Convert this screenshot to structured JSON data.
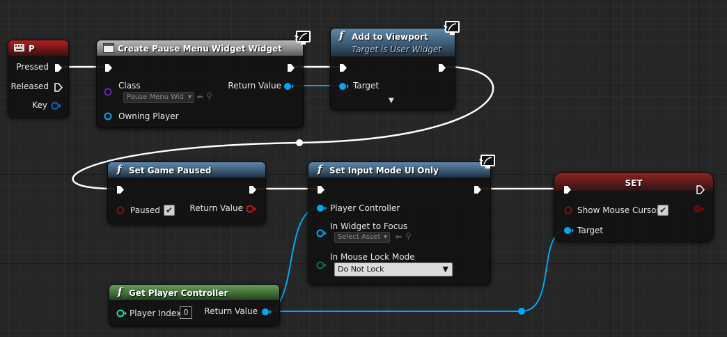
{
  "nodes": {
    "p_key": {
      "title": "P",
      "pins": {
        "pressed": "Pressed",
        "released": "Released",
        "key": "Key"
      }
    },
    "create_widget": {
      "title": "Create Pause Menu Widget Widget",
      "pins": {
        "class": "Class",
        "class_value": "Pause Menu Wid",
        "owning_player": "Owning Player",
        "return_value": "Return Value"
      }
    },
    "add_to_viewport": {
      "title": "Add to Viewport",
      "subtitle": "Target is User Widget",
      "pins": {
        "target": "Target"
      }
    },
    "set_game_paused": {
      "title": "Set Game Paused",
      "pins": {
        "paused": "Paused",
        "return_value": "Return Value"
      }
    },
    "set_input_mode": {
      "title": "Set Input Mode UI Only",
      "pins": {
        "player_controller": "Player Controller",
        "widget_to_focus": "In Widget to Focus",
        "widget_value": "Select Asset",
        "mouse_lock_mode": "In Mouse Lock Mode",
        "mouse_lock_value": "Do Not Lock"
      }
    },
    "set_node": {
      "title": "SET",
      "pins": {
        "show_mouse_cursor": "Show Mouse Cursor",
        "target": "Target"
      }
    },
    "get_player_controller": {
      "title": "Get Player Controller",
      "pins": {
        "player_index": "Player Index",
        "player_index_value": "0",
        "return_value": "Return Value"
      }
    }
  },
  "icons": {
    "function": "f",
    "checkbox_checked": "✔"
  },
  "colors": {
    "exec": "#ffffff",
    "object_pin": "#00a8f4",
    "class_pin": "#5d2ea8",
    "bool_pin": "#8c0f0f",
    "int_pin": "#1fe0ac",
    "enum_pin": "#0a5f55",
    "header_event": "#9e1d1d",
    "header_function": "#4d7192",
    "header_pure": "#4a7a3e"
  }
}
